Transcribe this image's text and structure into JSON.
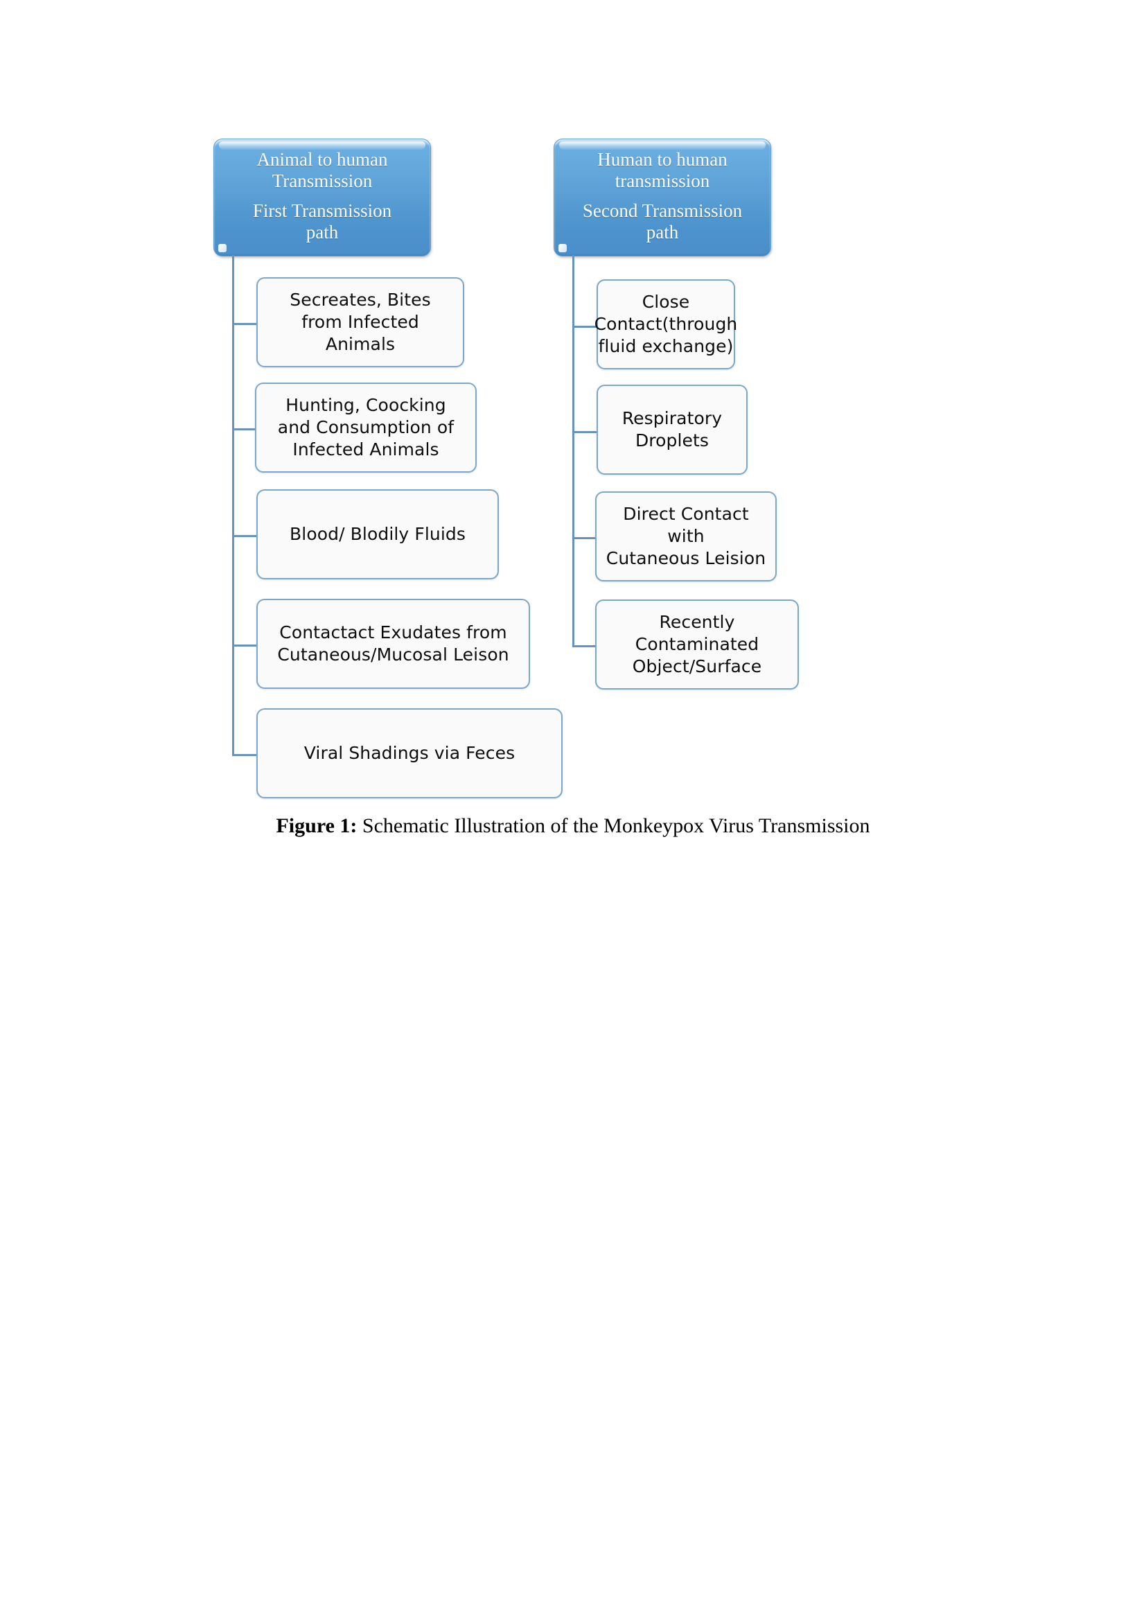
{
  "figure": {
    "caption_label": "Figure 1:",
    "caption_text": " Schematic Illustration of the Monkeypox Virus Transmission",
    "colors": {
      "header_fill_top": "#9fcdf0",
      "header_fill_bottom": "#4a8fc9",
      "header_border": "#5d9ed0",
      "header_text": "#fdfdfd",
      "leaf_fill": "#fafafa",
      "leaf_border": "#7ba7cc",
      "leaf_text": "#0d0d0d",
      "connector": "#6593bd",
      "page_background": "#ffffff"
    },
    "branches": [
      {
        "id": "animal-to-human",
        "header": {
          "title_line1": "Animal to human",
          "title_line2": "Transmission",
          "subtitle_line1": "First Transmission",
          "subtitle_line2": "path"
        },
        "nodes": [
          {
            "line1": "Secreates, Bites",
            "line2": "from Infected",
            "line3": "Animals"
          },
          {
            "line1": "Hunting, Coocking",
            "line2": "and Consumption of",
            "line3": "Infected Animals"
          },
          {
            "line1": "Blood/ Blodily Fluids",
            "line2": "",
            "line3": ""
          },
          {
            "line1": "Contactact Exudates from",
            "line2": "Cutaneous/Mucosal Leison",
            "line3": ""
          },
          {
            "line1": "Viral Shadings via Feces",
            "line2": "",
            "line3": ""
          }
        ]
      },
      {
        "id": "human-to-human",
        "header": {
          "title_line1": "Human to human",
          "title_line2": "transmission",
          "subtitle_line1": "Second Transmission",
          "subtitle_line2": "path"
        },
        "nodes": [
          {
            "line1": "Close",
            "line2": "Contact(through",
            "line3": "fluid exchange)"
          },
          {
            "line1": "Respiratory",
            "line2": "Droplets",
            "line3": ""
          },
          {
            "line1": "Direct Contact with",
            "line2": "Cutaneous Leision",
            "line3": ""
          },
          {
            "line1": "Recently Contaminated",
            "line2": "Object/Surface",
            "line3": ""
          }
        ]
      }
    ]
  }
}
